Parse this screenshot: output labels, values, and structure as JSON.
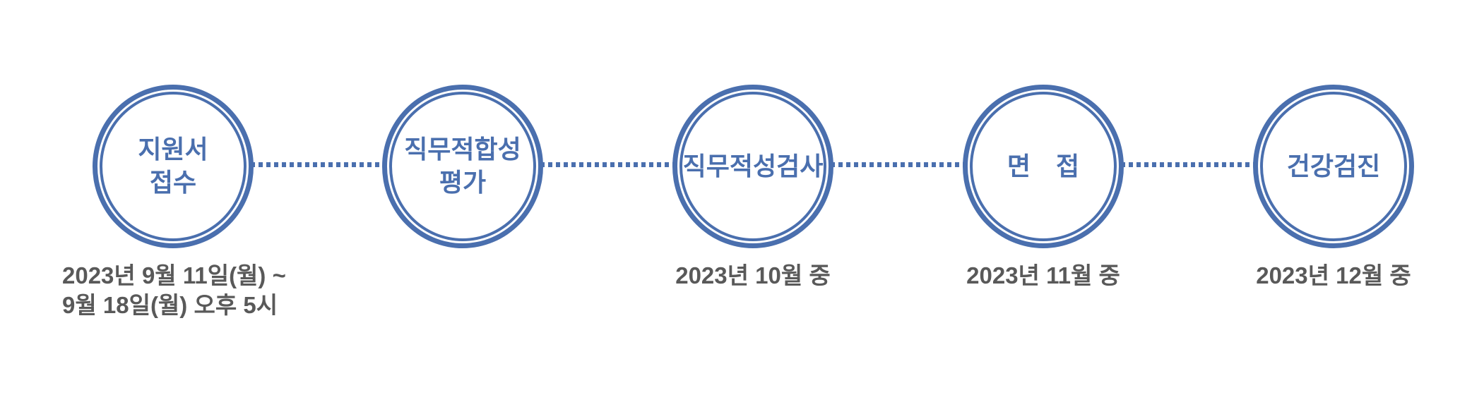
{
  "colors": {
    "accent": "#4a6fae",
    "date_text": "#595959"
  },
  "timeline": {
    "type": "process-timeline",
    "steps": [
      {
        "label": "지원서\n접수",
        "date": "2023년 9월 11일(월) ~\n9월 18일(월) 오후 5시"
      },
      {
        "label": "직무적합성\n평가",
        "date": ""
      },
      {
        "label": "직무적성검사",
        "date": "2023년 10월 중"
      },
      {
        "label": "면　접",
        "date": "2023년 11월 중"
      },
      {
        "label": "건강검진",
        "date": "2023년 12월 중"
      }
    ]
  }
}
